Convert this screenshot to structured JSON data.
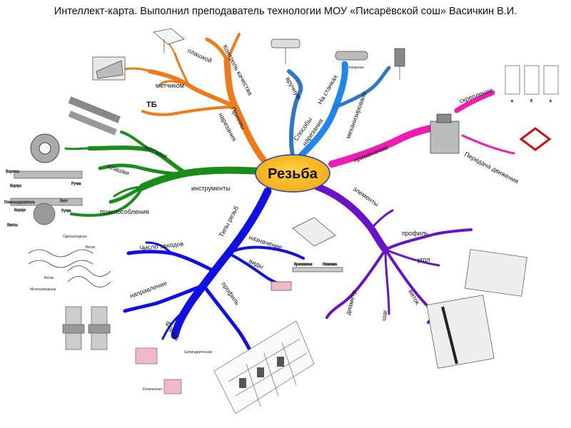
{
  "title": "Интеллект-карта. Выполнил преподаватель технологии МОУ «Писарёвской сош» Васичкин В.И.",
  "center": "Резьба",
  "colors": {
    "orange": "#f07a1a",
    "green": "#1a8c1a",
    "blue": "#1010e6",
    "lightblue": "#1f86f0",
    "steelblue": "#2e78c8",
    "magenta": "#f01ab4",
    "purple": "#6a12c8",
    "center_fill": "#fbbf1a",
    "center_stroke": "#1a3cd0"
  },
  "branches": {
    "orange": {
      "kontrol": "Контроль качества",
      "plashkoy": "плашкой",
      "metchikom": "метчиком",
      "tb": "ТБ",
      "priemy": "Приемы",
      "narezaniya": "нарезания"
    },
    "green": {
      "metchiki": "метчики",
      "plashki": "плашки",
      "instrumenty": "инструменты",
      "prisposobleniya": "приспособления"
    },
    "blue": {
      "vruchnuyu": "вручную",
      "na_stankah": "На станках",
      "sposoby": "Способы",
      "narezaniya": "нарезания",
      "mehanizirovano": "механизировано"
    },
    "magenta": {
      "primenenie": "применение",
      "kreplenie": "скрепление",
      "peredacha": "Передача движения"
    },
    "purple": {
      "elementy": "элементы",
      "profil": "профиль",
      "ugol": "угол",
      "vitok": "виток",
      "shag": "шаг",
      "diametr": "диаметр"
    },
    "darkblue": {
      "tipy": "Типы резьб",
      "naznachenie": "назначение",
      "vidy": "виды",
      "chislo": "Число заходов",
      "napravlenie": "направление",
      "profil": "профиль",
      "formy": "формы"
    }
  },
  "images": {
    "tap_labels": [
      "Вороток",
      "Корпус",
      "Ручка",
      "Плашкодержатель",
      "Винт",
      "Корпус",
      "Ручка",
      "Винты"
    ],
    "threads": {
      "odno": "Однозаходная",
      "vitok1": "Виток",
      "vitok2": "Виток",
      "mnogo": "Многозаходные"
    },
    "saw": {
      "krep": "Крепежная",
      "hodovaya": "Ножовка"
    },
    "cyl": {
      "cil": "Цилиндрическая",
      "kon": "Коническая"
    },
    "lathe": {
      "tokar": "токарные"
    },
    "bolts": [
      "а",
      "б",
      "в"
    ]
  }
}
